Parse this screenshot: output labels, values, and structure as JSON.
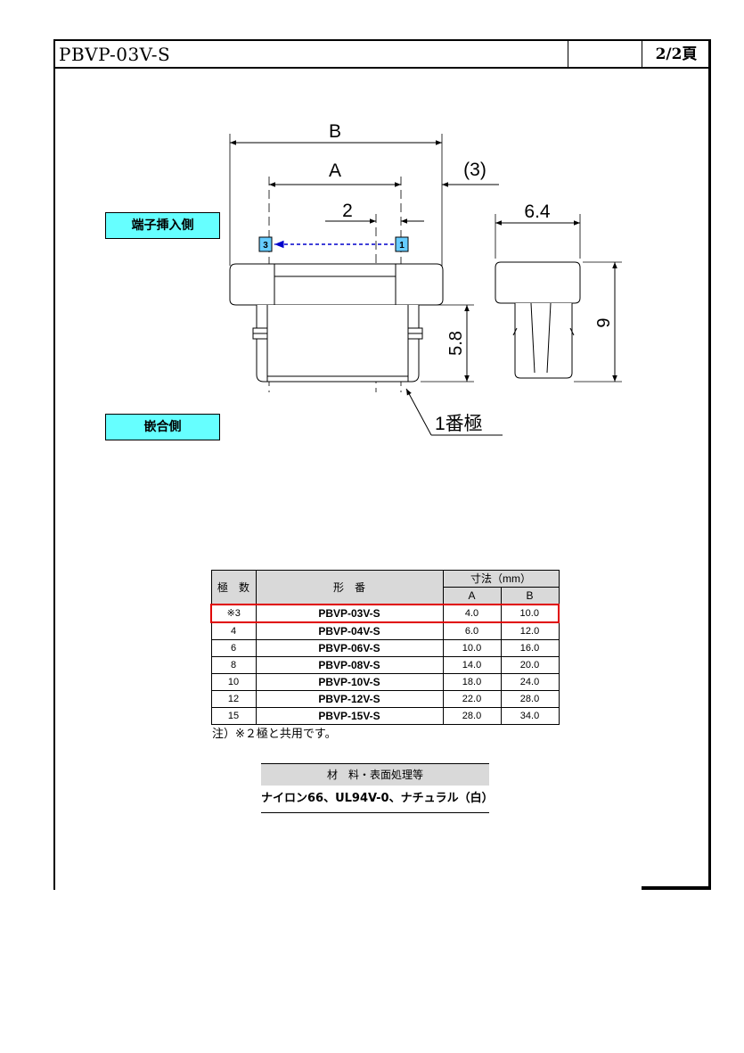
{
  "header": {
    "title": "PBVP-03V-S",
    "page": "2/2頁"
  },
  "drawing": {
    "dim_B": "B",
    "dim_A": "A",
    "dim_3": "(3)",
    "dim_2": "2",
    "dim_64": "6.4",
    "dim_58": "5.8",
    "dim_9": "9",
    "pin_left": "3",
    "pin_right": "1",
    "pin1_callout": "1番極"
  },
  "labels": {
    "insert_side": "端子挿入側",
    "mating_side": "嵌合側"
  },
  "table": {
    "col_poles": "極　数",
    "col_model": "形　番",
    "col_dims": "寸法（mm）",
    "col_a": "A",
    "col_b": "B",
    "rows": [
      {
        "poles": "※3",
        "model": "PBVP-03V-S",
        "a": "4.0",
        "b": "10.0",
        "highlight": true
      },
      {
        "poles": "4",
        "model": "PBVP-04V-S",
        "a": "6.0",
        "b": "12.0"
      },
      {
        "poles": "6",
        "model": "PBVP-06V-S",
        "a": "10.0",
        "b": "16.0"
      },
      {
        "poles": "8",
        "model": "PBVP-08V-S",
        "a": "14.0",
        "b": "20.0"
      },
      {
        "poles": "10",
        "model": "PBVP-10V-S",
        "a": "18.0",
        "b": "24.0"
      },
      {
        "poles": "12",
        "model": "PBVP-12V-S",
        "a": "22.0",
        "b": "28.0"
      },
      {
        "poles": "15",
        "model": "PBVP-15V-S",
        "a": "28.0",
        "b": "34.0"
      }
    ],
    "note": "注）※２極と共用です。",
    "highlight_color": "#e00000"
  },
  "material": {
    "header": "材　料・表面処理等",
    "value": "ナイロン66、UL94V-0、ナチュラル（白）"
  },
  "colors": {
    "label_bg": "#66ffff",
    "arrow": "#0000cc",
    "table_header_bg": "#d9d9d9"
  }
}
